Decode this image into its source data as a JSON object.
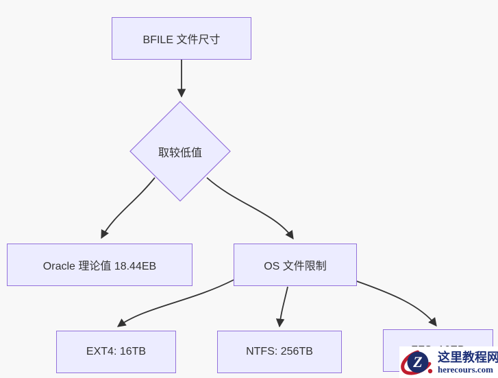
{
  "diagram": {
    "background": "#f8f8f8",
    "node_fill": "#ECECFF",
    "node_border": "#9370DB",
    "edge_color": "#333333",
    "nodes": {
      "root": {
        "label": "BFILE 文件尺寸"
      },
      "decision": {
        "label": "取较低值"
      },
      "oracle": {
        "label": "Oracle 理论值 18.44EB"
      },
      "os": {
        "label": "OS 文件限制"
      },
      "ext4": {
        "label": "EXT4: 16TB"
      },
      "ntfs": {
        "label": "NTFS: 256TB"
      },
      "zfs": {
        "label": "ZFS: 16EB"
      }
    }
  },
  "watermark": {
    "site_name": "这里教程网",
    "site_url": "herecours.com",
    "logo_letter": "Z",
    "accent_red": "#c01d2e",
    "navy": "#1d2d69"
  }
}
